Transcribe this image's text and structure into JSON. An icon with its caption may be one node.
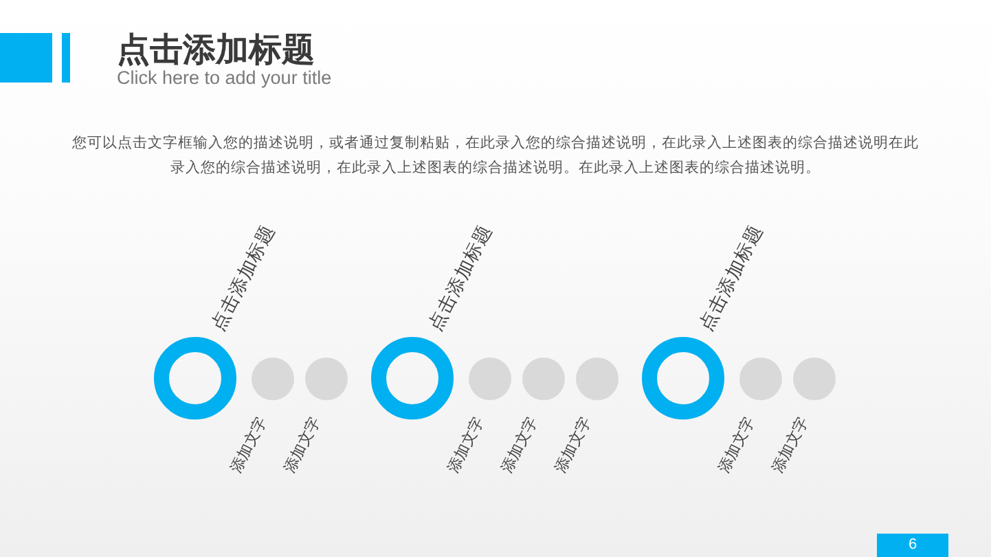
{
  "diagram": {
    "title": "点击添加标题",
    "nodes": [
      {
        "text": [
          "点击添加标题"
        ]
      },
      {
        "text": [
          "添加文字"
        ]
      },
      {
        "text": [
          "添加文字"
        ]
      },
      {
        "text": [
          "点击添加标题"
        ]
      },
      {
        "text": [
          "添加文字"
        ]
      },
      {
        "text": [
          "添加文字"
        ]
      },
      {
        "text": [
          "添加文字"
        ]
      },
      {
        "text": [
          "点击添加标题"
        ]
      },
      {
        "text": [
          "添加文字"
        ]
      },
      {
        "text": [
          "添加文字"
        ]
      }
    ],
    "labels": [
      "Click here to add your title",
      "您可以点击文字框输入您的描述说明，或者通过复制粘贴，在此录入您的综合描述说明，在此录入上述图表的综合描述说明在此录入您的综合描述说明，在此录入上述图表的综合描述说明。在此录入上述图表的综合描述说明。",
      "6"
    ]
  }
}
